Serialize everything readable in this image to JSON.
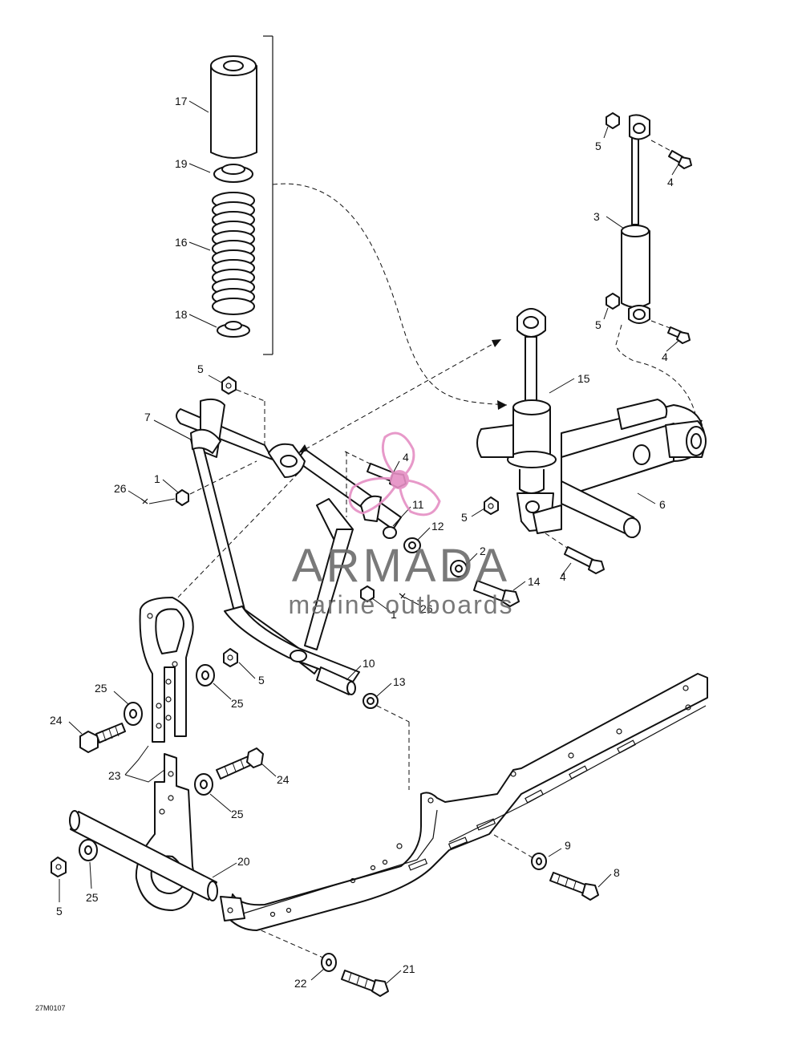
{
  "figure_code": "27M0107",
  "watermark": {
    "brand": "ARMADA",
    "tagline": "marine outboards",
    "logo_color": "#e58fc4",
    "text_color": "#6b6b6b"
  },
  "callouts": {
    "c1": "1",
    "c1b": "1",
    "c2": "2",
    "c3": "3",
    "c4a": "4",
    "c4b": "4",
    "c4c": "4",
    "c4d": "4",
    "c5a": "5",
    "c5b": "5",
    "c5c": "5",
    "c5d": "5",
    "c5e": "5",
    "c5f": "5",
    "c6": "6",
    "c7": "7",
    "c8": "8",
    "c9": "9",
    "c10": "10",
    "c11": "11",
    "c12": "12",
    "c13": "13",
    "c14": "14",
    "c15": "15",
    "c16": "16",
    "c17": "17",
    "c18": "18",
    "c19": "19",
    "c20": "20",
    "c21": "21",
    "c22": "22",
    "c23": "23",
    "c24a": "24",
    "c24b": "24",
    "c25a": "25",
    "c25b": "25",
    "c25c": "25",
    "c25d": "25",
    "c26a": "26",
    "c26b": "26"
  }
}
